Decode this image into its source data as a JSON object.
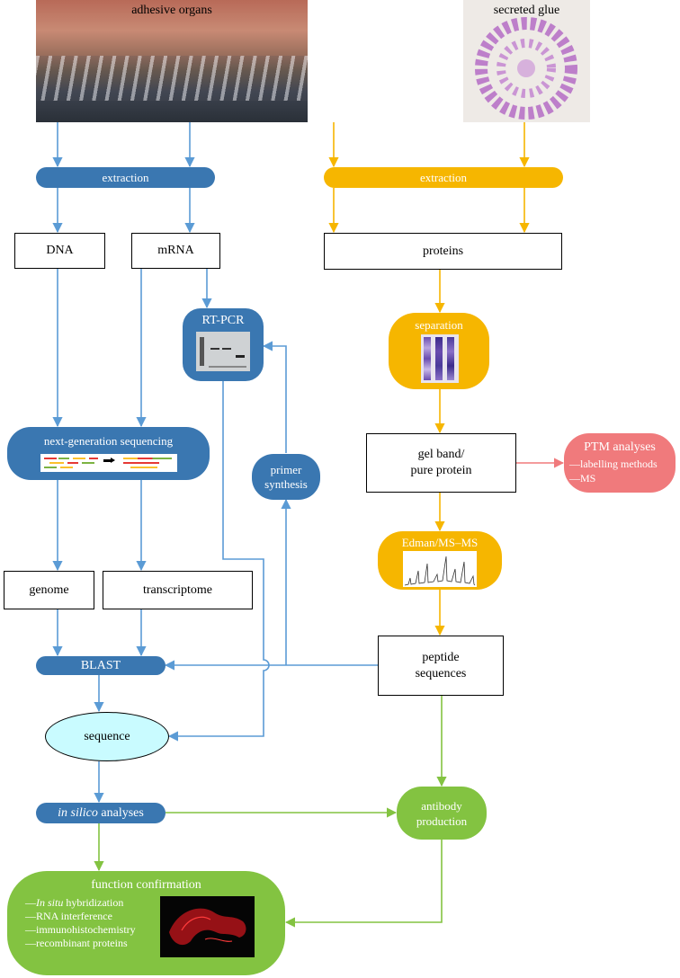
{
  "images": {
    "adhesive_organs": "adhesive organs",
    "secreted_glue": "secreted glue"
  },
  "nodes": {
    "extraction_left": "extraction",
    "extraction_right": "extraction",
    "dna": "DNA",
    "mrna": "mRNA",
    "proteins": "proteins",
    "rt_pcr": "RT-PCR",
    "separation": "separation",
    "ngs": "next-generation sequencing",
    "primer_line1": "primer",
    "primer_line2": "synthesis",
    "gel_line1": "gel band/",
    "gel_line2": "pure protein",
    "ptm_title": "PTM analyses",
    "ptm_item1": "—labelling methods",
    "ptm_item2": "—MS",
    "edman": "Edman/MS–MS",
    "genome": "genome",
    "transcriptome": "transcriptome",
    "blast": "BLAST",
    "peptide_line1": "peptide",
    "peptide_line2": "sequences",
    "sequence": "sequence",
    "insilico_italic": "in silico",
    "insilico_rest": " analyses",
    "antibody_line1": "antibody",
    "antibody_line2": "production",
    "function_title": "function confirmation",
    "fc_item1_dash": "—",
    "fc_item1_italic": "In situ",
    "fc_item1_rest": " hybridization",
    "fc_item2": "—RNA interference",
    "fc_item3": "—immunohistochemistry",
    "fc_item4": "—recombinant proteins"
  },
  "colors": {
    "blue": "#3a77b1",
    "yellow": "#f6b600",
    "green": "#83c341",
    "pink": "#f07a7c",
    "sequence_fill": "#c9fbff"
  }
}
